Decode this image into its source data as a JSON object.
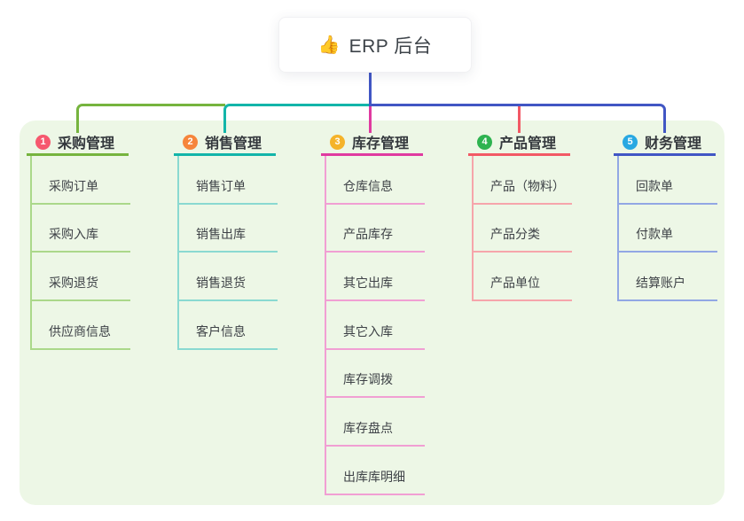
{
  "root": {
    "icon_glyph": "👍",
    "title": "ERP 后台"
  },
  "colors": {
    "canvas_panel": "#edf7e6",
    "root_stem": "#4156c4"
  },
  "branches": [
    {
      "num": "1",
      "label": "采购管理",
      "badge_color": "#f6586e",
      "line_color": "#76b43e",
      "child_line_color": "#abd88a",
      "children": [
        "采购订单",
        "采购入库",
        "采购退货",
        "供应商信息"
      ]
    },
    {
      "num": "2",
      "label": "销售管理",
      "badge_color": "#f6853b",
      "line_color": "#13b5a9",
      "child_line_color": "#8ad9d1",
      "children": [
        "销售订单",
        "销售出库",
        "销售退货",
        "客户信息"
      ]
    },
    {
      "num": "3",
      "label": "库存管理",
      "badge_color": "#f5b32a",
      "line_color": "#e03aa0",
      "child_line_color": "#f19fd3",
      "children": [
        "仓库信息",
        "产品库存",
        "其它出库",
        "其它入库",
        "库存调拨",
        "库存盘点",
        "出库库明细"
      ]
    },
    {
      "num": "4",
      "label": "产品管理",
      "badge_color": "#2eb350",
      "line_color": "#f25965",
      "child_line_color": "#f6a5ab",
      "children": [
        "产品（物料）",
        "产品分类",
        "产品单位"
      ]
    },
    {
      "num": "5",
      "label": "财务管理",
      "badge_color": "#28a8e2",
      "line_color": "#4156c4",
      "child_line_color": "#92a7e4",
      "children": [
        "回款单",
        "付款单",
        "结算账户"
      ]
    }
  ]
}
